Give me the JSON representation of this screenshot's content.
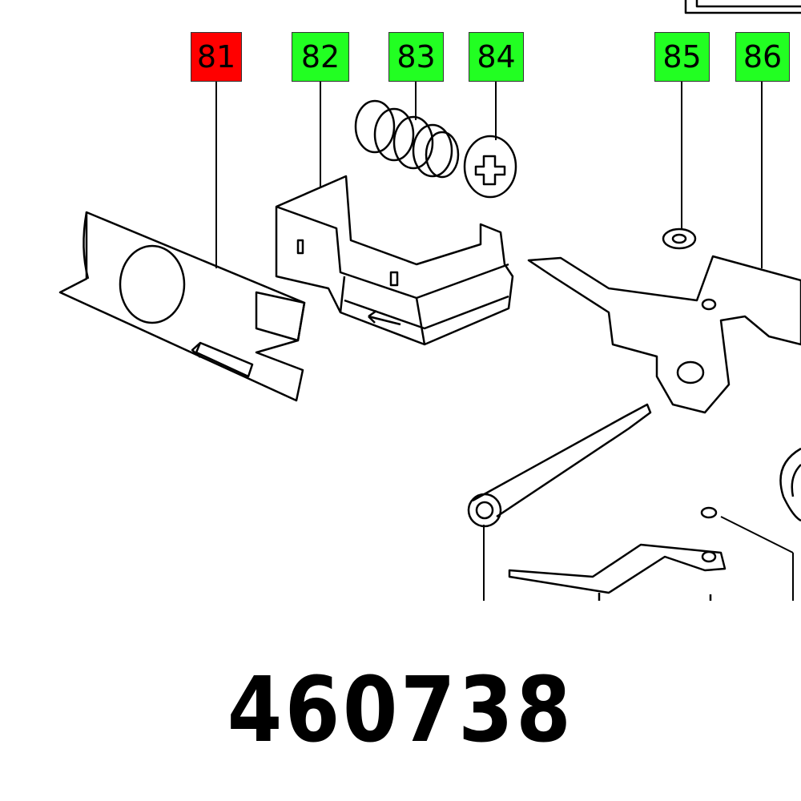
{
  "callouts": [
    {
      "label": "81",
      "color": "#ff0000",
      "state": "highlighted"
    },
    {
      "label": "82",
      "color": "#22ff22"
    },
    {
      "label": "83",
      "color": "#22ff22"
    },
    {
      "label": "84",
      "color": "#22ff22"
    },
    {
      "label": "85",
      "color": "#22ff22"
    },
    {
      "label": "86",
      "color": "#22ff22"
    }
  ],
  "part_number": "460738"
}
